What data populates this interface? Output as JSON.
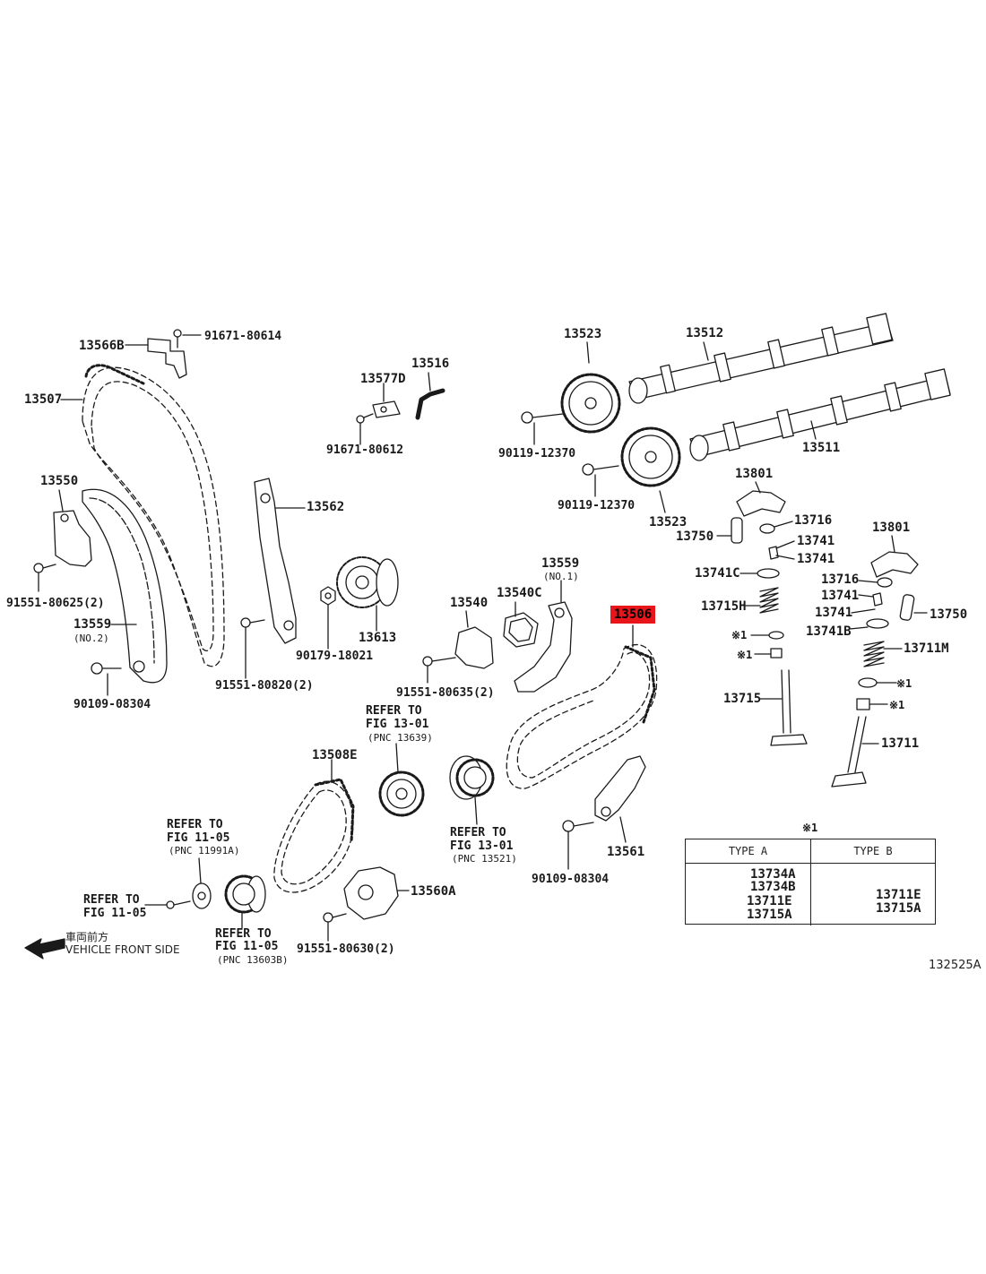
{
  "labels": {
    "p13566B": "13566B",
    "p91671_80614": "91671-80614",
    "p13507": "13507",
    "p13577D": "13577D",
    "p13516": "13516",
    "p91671_80612": "91671-80612",
    "p13523a": "13523",
    "p13512": "13512",
    "p90119_12370a": "90119-12370",
    "p13511": "13511",
    "p90119_12370b": "90119-12370",
    "p13523b": "13523",
    "p13801a": "13801",
    "p13716a": "13716",
    "p13750a": "13750",
    "p13741a": "13741",
    "p13741b": "13741",
    "p13741C": "13741C",
    "p13801b": "13801",
    "p13716b": "13716",
    "p13741c": "13741",
    "p13741d": "13741",
    "p13750b": "13750",
    "p13715H": "13715H",
    "p13741B": "13741B",
    "p13711M": "13711M",
    "mark1a": "※1",
    "mark1b": "※1",
    "mark1c": "※1",
    "mark1d": "※1",
    "p13715": "13715",
    "p13711": "13711",
    "p13550": "13550",
    "p13562": "13562",
    "p91551_80625": "91551-80625(2)",
    "p13559": "13559",
    "p13559_no2": "(NO.2)",
    "p90109_08304a": "90109-08304",
    "p13613": "13613",
    "p90179_18021": "90179-18021",
    "p91551_80820": "91551-80820(2)",
    "p13540": "13540",
    "p13540C": "13540C",
    "p13559b": "13559",
    "p13559_no1": "(NO.1)",
    "p13506": "13506",
    "p91551_80635": "91551-80635(2)",
    "refer_13_01_a_1": "REFER TO",
    "refer_13_01_a_2": "FIG 13-01",
    "refer_13_01_a_3": "(PNC 13639)",
    "p13508E": "13508E",
    "refer_13_01_b_1": "REFER TO",
    "refer_13_01_b_2": "FIG 13-01",
    "refer_13_01_b_3": "(PNC 13521)",
    "p90109_08304b": "90109-08304",
    "p13561": "13561",
    "refer_11_05_a_1": "REFER TO",
    "refer_11_05_a_2": "FIG 11-05",
    "refer_11_05_a_3": "(PNC 11991A)",
    "refer_11_05_b_1": "REFER TO",
    "refer_11_05_b_2": "FIG 11-05",
    "refer_11_05_c_1": "REFER TO",
    "refer_11_05_c_2": "FIG 11-05",
    "refer_11_05_c_3": "(PNC 13603B)",
    "p13560A": "13560A",
    "p91551_80630": "91551-80630(2)",
    "front_jp": "車両前方",
    "front_en": "VEHICLE FRONT SIDE",
    "diagram_id": "132525A"
  },
  "type_table": {
    "note": "※1",
    "type_a": "TYPE A",
    "type_b": "TYPE B",
    "a_13734A": "13734A",
    "a_13734B": "13734B",
    "a_13711E": "13711E",
    "a_13715A": "13715A",
    "b_13711E": "13711E",
    "b_13715A": "13715A"
  },
  "highlight_color": "#e8161b",
  "line_color": "#1a1a1a"
}
